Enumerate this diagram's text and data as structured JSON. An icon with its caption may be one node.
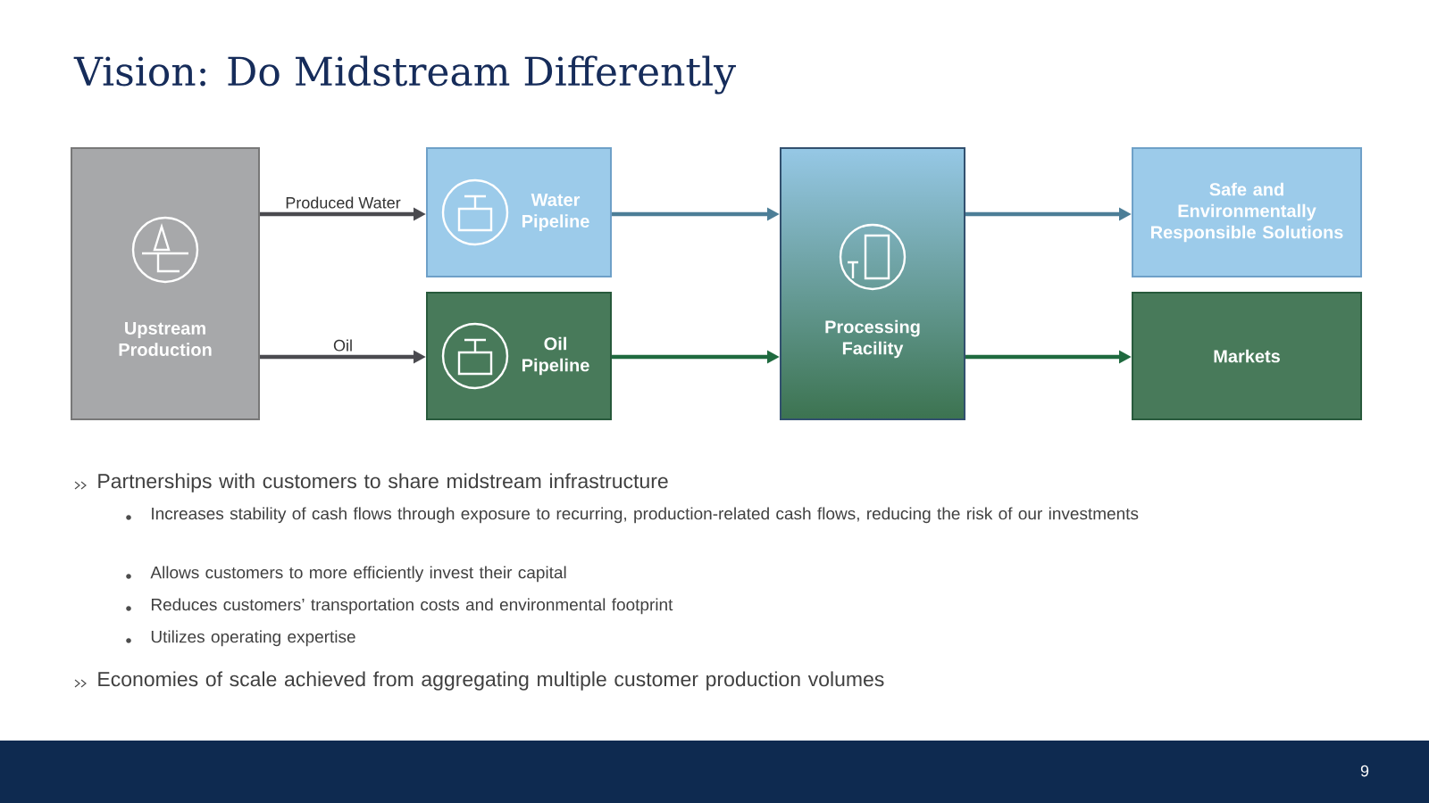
{
  "diagram": {
    "title": "Vision: Do Midstream Differently",
    "nodes": [
      {
        "text": [
          "Upstream Production"
        ]
      },
      {
        "text": [
          "Water Pipeline"
        ]
      },
      {
        "text": [
          "Oil Pipeline"
        ]
      },
      {
        "text": [
          "Processing Facility"
        ]
      },
      {
        "text": [
          "Safe and Environmentally Responsible Solutions"
        ]
      },
      {
        "text": [
          "Markets"
        ]
      }
    ],
    "edges": [
      {
        "from": 0,
        "to": 1,
        "arrow": "to",
        "label": "Produced Water",
        "color": "#4a4a4f"
      },
      {
        "from": 0,
        "to": 2,
        "arrow": "to",
        "label": "Oil",
        "color": "#4a4a4f"
      },
      {
        "from": 1,
        "to": 3,
        "arrow": "to",
        "color": "#4c7e97"
      },
      {
        "from": 2,
        "to": 3,
        "arrow": "to",
        "color": "#1f6a3f"
      },
      {
        "from": 3,
        "to": 4,
        "arrow": "to",
        "color": "#4c7e97"
      },
      {
        "from": 3,
        "to": 5,
        "arrow": "to",
        "color": "#1f6a3f"
      }
    ],
    "labels": [
      "Partnerships with customers to share midstream infrastructure",
      "Increases stability of cash flows through exposure to recurring, production-related cash flows, reducing the risk of our investments",
      "Allows customers to more efficiently invest their capital",
      "Reduces customers’ transportation costs and environmental footprint",
      "Utilizes operating expertise",
      "Economies of scale achieved from aggregating multiple customer production volumes",
      "9"
    ]
  }
}
